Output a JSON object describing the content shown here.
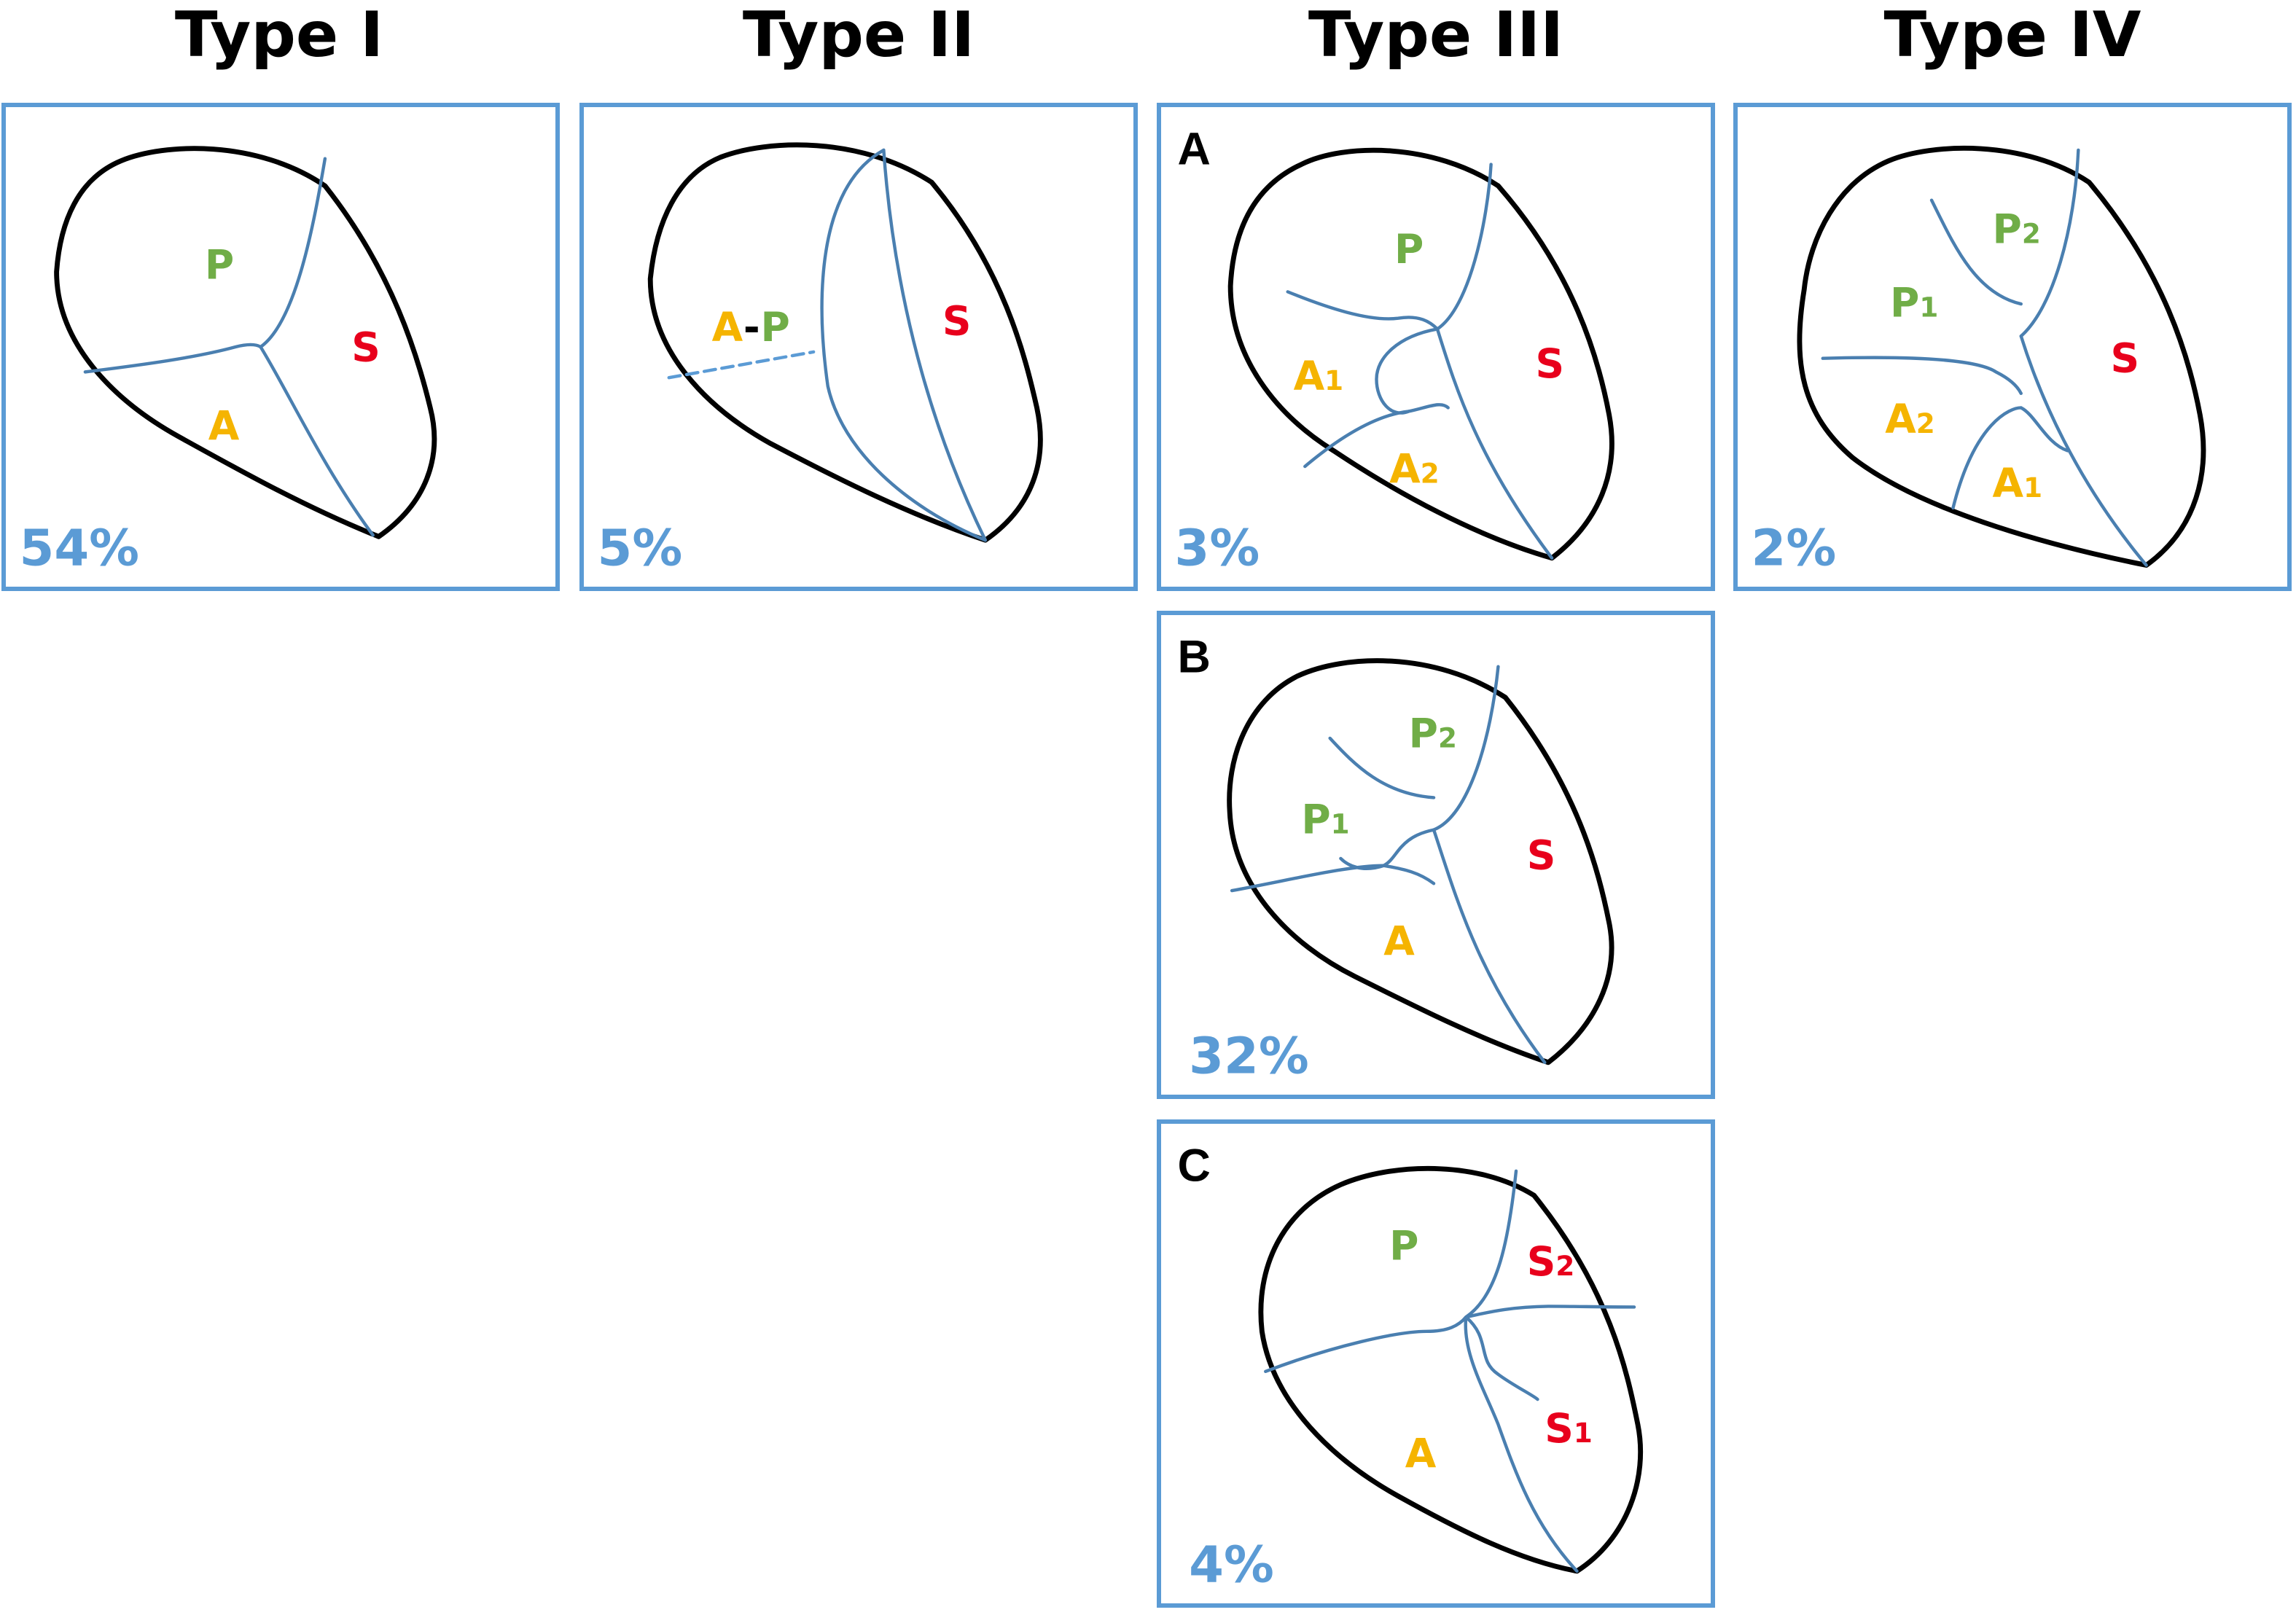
{
  "headers": [
    "Type I",
    "Type II",
    "Type III",
    "Type IV"
  ],
  "panels": {
    "type1": {
      "percent": "54%",
      "labels": {
        "P": "P",
        "A": "A",
        "S": "S"
      }
    },
    "type2": {
      "percent": "5%",
      "labels": {
        "A": "A",
        "dash": "-",
        "P": "P",
        "S": "S"
      }
    },
    "type3a": {
      "letter": "A",
      "percent": "3%",
      "labels": {
        "P": "P",
        "A1": "A",
        "A1sub": "1",
        "A2": "A",
        "A2sub": "2",
        "S": "S"
      }
    },
    "type3b": {
      "letter": "B",
      "percent": "32%",
      "labels": {
        "P1": "P",
        "P1sub": "1",
        "P2": "P",
        "P2sub": "2",
        "A": "A",
        "S": "S"
      }
    },
    "type3c": {
      "letter": "C",
      "percent": "4%",
      "labels": {
        "P": "P",
        "A": "A",
        "S1": "S",
        "S1sub": "1",
        "S2": "S",
        "S2sub": "2"
      }
    },
    "type4": {
      "percent": "2%",
      "labels": {
        "P1": "P",
        "P1sub": "1",
        "P2": "P",
        "P2sub": "2",
        "A1": "A",
        "A1sub": "1",
        "A2": "A",
        "A2sub": "2",
        "S": "S"
      }
    }
  },
  "colors": {
    "border": "#5b9bd5",
    "anterior": "#f5b400",
    "posterior": "#70ad47",
    "septal": "#e8001c",
    "commissure": "#4a7fb0"
  }
}
